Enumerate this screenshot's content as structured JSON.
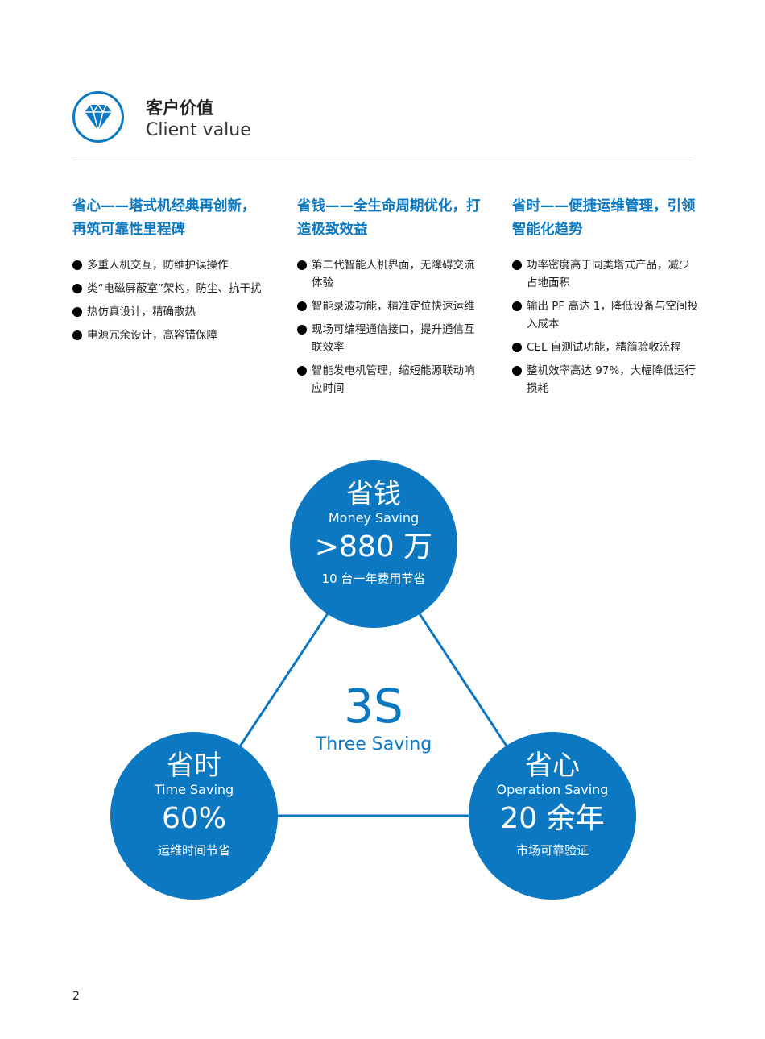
{
  "header": {
    "title_cn": "客户价值",
    "title_en": "Client value"
  },
  "columns": [
    {
      "heading": "省心——塔式机经典再创新，再筑可靠性里程碑",
      "items": [
        "多重人机交互，防维护误操作",
        "类“电磁屏蔽室”架构，防尘、抗干扰",
        "热仿真设计，精确散热",
        "电源冗余设计，高容错保障"
      ]
    },
    {
      "heading": "省钱——全生命周期优化，打造极致效益",
      "items": [
        "第二代智能人机界面，无障碍交流体验",
        "智能录波功能，精准定位快速运维",
        "现场可编程通信接口，提升通信互联效率",
        "智能发电机管理，缩短能源联动响应时间"
      ]
    },
    {
      "heading": "省时——便捷运维管理，引领智能化趋势",
      "items": [
        "功率密度高于同类塔式产品，减少占地面积",
        "输出 PF 高达 1，降低设备与空间投入成本",
        "CEL 自测试功能，精简验收流程",
        "整机效率高达 97%，大幅降低运行损耗"
      ]
    }
  ],
  "diagram": {
    "center": {
      "big": "3S",
      "small": "Three Saving"
    },
    "money": {
      "cn": "省钱",
      "en": "Money Saving",
      "value": ">880 万",
      "sub": "10 台一年费用节省"
    },
    "time": {
      "cn": "省时",
      "en": "Time Saving",
      "value": "60%",
      "sub": "运维时间节省"
    },
    "operation": {
      "cn": "省心",
      "en": "Operation Saving",
      "value": "20 余年",
      "sub": "市场可靠验证"
    }
  },
  "page_number": "2",
  "colors": {
    "accent": "#0b78c1"
  }
}
